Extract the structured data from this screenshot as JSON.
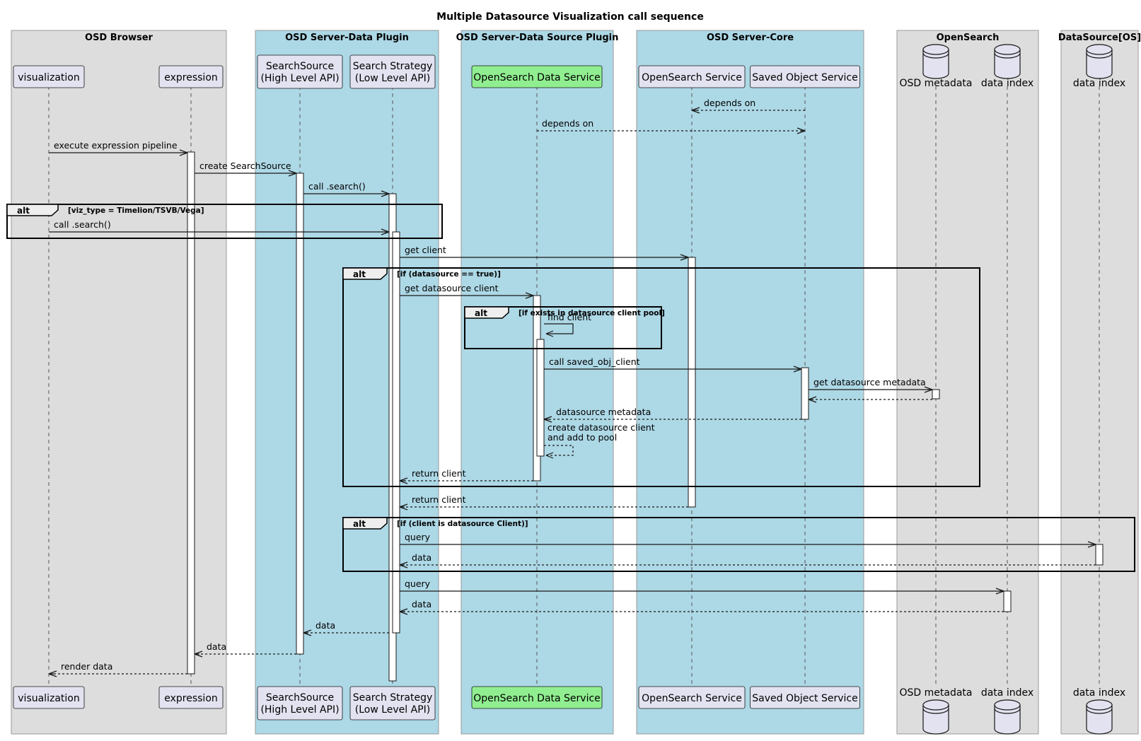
{
  "title": "Multiple Datasource Visualization call sequence",
  "colors": {
    "box_gray": "#dddddd",
    "box_blue": "#add8e6",
    "participant_fill": "#e2e2f0",
    "highlight_fill": "#90ee90",
    "line": "#181818"
  },
  "boxes": [
    {
      "id": "browser",
      "label": "OSD Browser",
      "color": "#dddddd"
    },
    {
      "id": "dataplugin",
      "label": "OSD Server-Data Plugin",
      "color": "#add8e6"
    },
    {
      "id": "dsplugin",
      "label": "OSD Server-Data Source Plugin",
      "color": "#add8e6"
    },
    {
      "id": "core",
      "label": "OSD Server-Core",
      "color": "#add8e6"
    },
    {
      "id": "opensearch",
      "label": "OpenSearch",
      "color": "#dddddd"
    },
    {
      "id": "datasource",
      "label": "DataSource[OS]",
      "color": "#dddddd"
    }
  ],
  "participants": [
    {
      "id": "viz",
      "lines": [
        "visualization"
      ],
      "kind": "participant"
    },
    {
      "id": "expr",
      "lines": [
        "expression"
      ],
      "kind": "participant"
    },
    {
      "id": "ss",
      "lines": [
        "SearchSource",
        "(High Level API)"
      ],
      "kind": "participant"
    },
    {
      "id": "strat",
      "lines": [
        "Search Strategy",
        "(Low Level API)"
      ],
      "kind": "participant"
    },
    {
      "id": "ods",
      "lines": [
        "OpenSearch Data Service"
      ],
      "kind": "participant",
      "highlight": true
    },
    {
      "id": "oss",
      "lines": [
        "OpenSearch Service"
      ],
      "kind": "participant"
    },
    {
      "id": "sos",
      "lines": [
        "Saved Object Service"
      ],
      "kind": "participant"
    },
    {
      "id": "meta",
      "lines": [
        "OSD metadata"
      ],
      "kind": "database"
    },
    {
      "id": "dataidx",
      "lines": [
        "data index"
      ],
      "kind": "database"
    },
    {
      "id": "dsidx",
      "lines": [
        "data index"
      ],
      "kind": "database"
    }
  ],
  "messages": [
    {
      "from": "sos",
      "to": "oss",
      "label": "depends on",
      "style": "dashed"
    },
    {
      "from": "ods",
      "to": "sos",
      "label": "depends on",
      "style": "dashed"
    },
    {
      "from": "viz",
      "to": "expr",
      "label": "execute expression pipeline",
      "style": "solid"
    },
    {
      "from": "expr",
      "to": "ss",
      "label": "create SearchSource",
      "style": "solid"
    },
    {
      "from": "ss",
      "to": "strat",
      "label": "call .search()",
      "style": "solid"
    },
    {
      "from": "viz",
      "to": "strat",
      "label": "call .search()",
      "style": "solid"
    },
    {
      "from": "strat",
      "to": "oss",
      "label": "get client",
      "style": "solid"
    },
    {
      "from": "strat",
      "to": "ods",
      "label": "get datasource client",
      "style": "solid"
    },
    {
      "from": "ods",
      "to": "ods",
      "label": "find client",
      "style": "solid",
      "self": true
    },
    {
      "from": "ods",
      "to": "sos",
      "label": "call saved_obj_client",
      "style": "solid"
    },
    {
      "from": "sos",
      "to": "meta",
      "label": "get datasource metadata",
      "style": "solid"
    },
    {
      "from": "meta",
      "to": "sos",
      "label": "",
      "style": "dashed"
    },
    {
      "from": "sos",
      "to": "ods",
      "label": "datasource metadata",
      "style": "dashed"
    },
    {
      "from": "ods",
      "to": "ods",
      "label": "create datasource client",
      "label2": " and add to pool",
      "style": "dashed",
      "self": true
    },
    {
      "from": "ods",
      "to": "strat",
      "label": "return client",
      "style": "dashed"
    },
    {
      "from": "oss",
      "to": "strat",
      "label": "return client",
      "style": "dashed"
    },
    {
      "from": "strat",
      "to": "dsidx",
      "label": "query",
      "style": "solid"
    },
    {
      "from": "dsidx",
      "to": "strat",
      "label": "data",
      "style": "dashed"
    },
    {
      "from": "strat",
      "to": "dataidx",
      "label": "query",
      "style": "solid"
    },
    {
      "from": "dataidx",
      "to": "strat",
      "label": "data",
      "style": "dashed"
    },
    {
      "from": "strat",
      "to": "ss",
      "label": "data",
      "style": "dashed"
    },
    {
      "from": "ss",
      "to": "expr",
      "label": "data",
      "style": "dashed"
    },
    {
      "from": "expr",
      "to": "viz",
      "label": "render data",
      "style": "dashed"
    }
  ],
  "alt_frames": [
    {
      "label": "alt",
      "condition": "[viz_type = Timelion/TSVB/Vega]"
    },
    {
      "label": "alt",
      "condition": "[if (datasource == true)]"
    },
    {
      "label": "alt",
      "condition": "[if exists in datasource client pool]"
    },
    {
      "label": "alt",
      "condition": "[if (client is datasource Client)]"
    }
  ]
}
